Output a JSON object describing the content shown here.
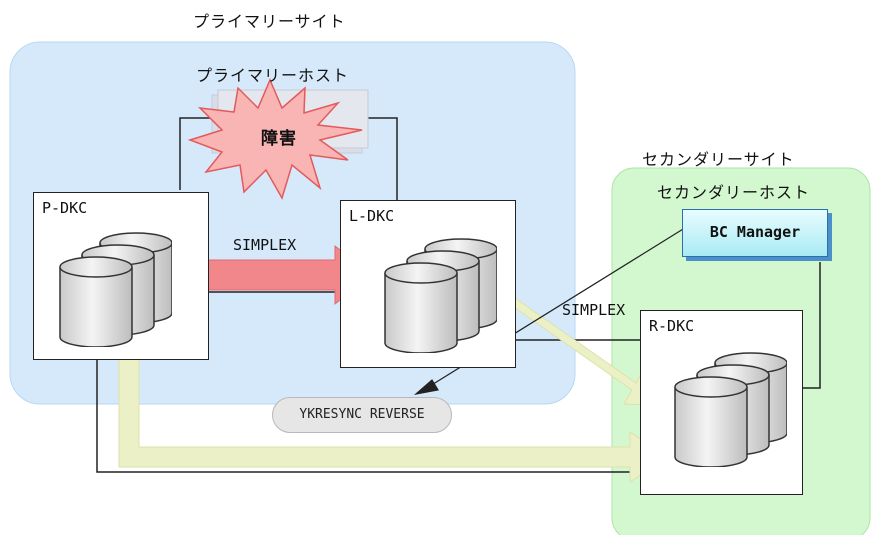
{
  "sites": {
    "primary_site_title": "プライマリーサイト",
    "primary_host_title": "プライマリーホスト",
    "secondary_site_title": "セカンダリーサイト",
    "secondary_host_title": "セカンダリーホスト"
  },
  "failure_label": "障害",
  "dkc": {
    "p": "P-DKC",
    "l": "L-DKC",
    "r": "R-DKC"
  },
  "manager_label": "BC Manager",
  "pair_status": {
    "p_to_l": "SIMPLEX",
    "l_to_r": "SIMPLEX"
  },
  "command_label": "YKRESYNC REVERSE",
  "colors": {
    "primary_site_fill": "#d6e9fb",
    "secondary_site_fill": "#d3f7cf",
    "manager_fill": "#bdf4fb",
    "failure_fill": "#f9b4b4",
    "pink_arrow": "#f2878b",
    "yellow_arrow": "#ecf0c6"
  },
  "icons": {
    "disk": "cylinder-stack-icon",
    "failure": "starburst-icon"
  }
}
